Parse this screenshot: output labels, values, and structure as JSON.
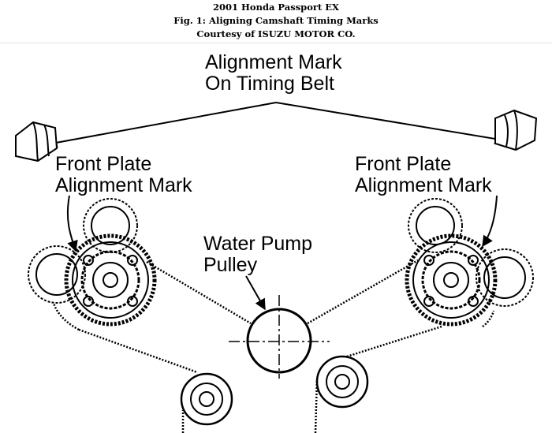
{
  "caption": {
    "line1": "2001 Honda Passport EX",
    "line2": "Fig. 1: Aligning Camshaft Timing Marks",
    "line3": "Courtesy of ISUZU MOTOR CO."
  },
  "labels": {
    "belt_mark_line1": "Alignment Mark",
    "belt_mark_line2": "On Timing Belt",
    "left_plate_line1": "Front Plate",
    "left_plate_line2": "Alignment Mark",
    "right_plate_line1": "Front Plate",
    "right_plate_line2": "Alignment Mark",
    "pump_line1": "Water Pump",
    "pump_line2": "Pulley"
  },
  "colors": {
    "ink": "#000000",
    "background": "#ffffff"
  }
}
